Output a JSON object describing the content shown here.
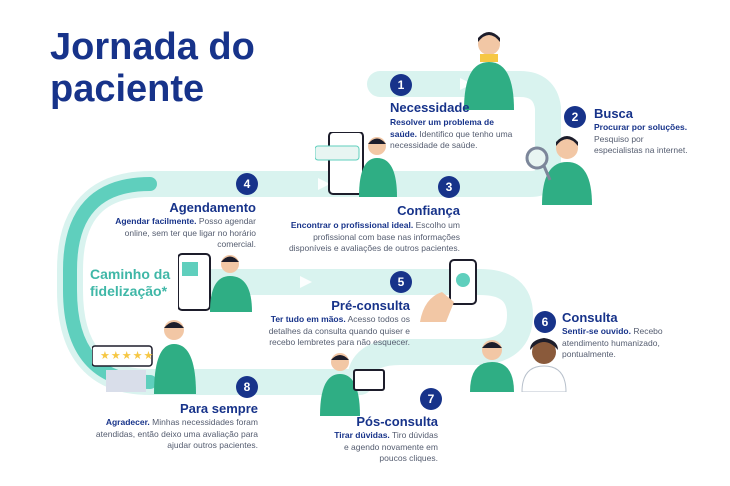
{
  "title": "Jornada do paciente",
  "loop_label": "Caminho da fidelização*",
  "colors": {
    "navy": "#17338a",
    "teal": "#3fb7a7",
    "road": "#d9f3ef",
    "yellow": "#f6c744"
  },
  "steps": [
    {
      "number": "1",
      "title": "Necessidade",
      "lead": "Resolver um problema de saúde.",
      "text": "Identifico que tenho uma necessidade de saúde."
    },
    {
      "number": "2",
      "title": "Busca",
      "lead": "Procurar por soluções.",
      "text": "Pesquiso por especialistas na internet."
    },
    {
      "number": "3",
      "title": "Confiança",
      "lead": "Encontrar o profissional ideal.",
      "text": "Escolho um profissional com base nas informações disponíveis e avaliações de outros pacientes."
    },
    {
      "number": "4",
      "title": "Agendamento",
      "lead": "Agendar facilmente.",
      "text": "Posso agendar online, sem ter que ligar no horário comercial."
    },
    {
      "number": "5",
      "title": "Pré-consulta",
      "lead": "Ter tudo em mãos.",
      "text": "Acesso todos os detalhes da consulta quando quiser e recebo lembretes para não esquecer."
    },
    {
      "number": "6",
      "title": "Consulta",
      "lead": "Sentir-se ouvido.",
      "text": "Recebo atendimento humanizado, pontualmente."
    },
    {
      "number": "7",
      "title": "Pós-consulta",
      "lead": "Tirar dúvidas.",
      "text": "Tiro dúvidas e agendo novamente em poucos cliques."
    },
    {
      "number": "8",
      "title": "Para sempre",
      "lead": "Agradecer.",
      "text": "Minhas necessidades foram atendidas, então deixo uma avaliação para ajudar outros pacientes."
    }
  ],
  "review_stars": "★★★★★",
  "icons": [
    "person-icon",
    "magnifier-icon",
    "phone-icon",
    "calendar-icon",
    "chat-icon",
    "laptop-icon"
  ]
}
